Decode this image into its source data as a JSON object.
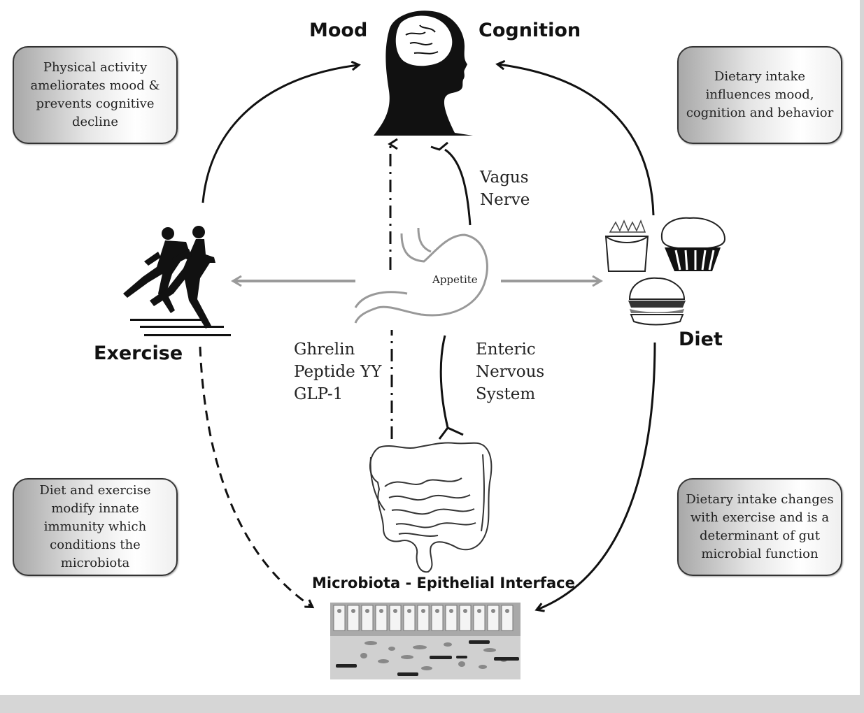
{
  "labels": {
    "mood": "Mood",
    "cognition": "Cognition",
    "exercise": "Exercise",
    "diet": "Diet",
    "appetite": "Appetite",
    "interface": "Microbiota - Epithelial Interface",
    "vagus": [
      "Vagus",
      "Nerve"
    ],
    "enteric": [
      "Enteric",
      "Nervous",
      "System"
    ],
    "hormones": [
      "Ghrelin",
      "Peptide YY",
      "GLP-1"
    ]
  },
  "boxes": {
    "top_left": "Physical activity ameliorates mood & prevents cognitive decline",
    "top_right": "Dietary intake influences mood, cognition and behavior",
    "bottom_left": "Diet and exercise modify innate immunity which conditions the microbiota",
    "bottom_right": "Dietary intake changes with exercise and is a determinant of gut microbial function"
  },
  "colors": {
    "line": "#111111",
    "gray_arrow": "#9a9a9a",
    "box_border": "#333333"
  },
  "icons": [
    "head-silhouette-icon",
    "runners-icon",
    "fries-icon",
    "muffin-icon",
    "burger-icon",
    "stomach-icon",
    "intestine-icon",
    "epithelium-icon"
  ]
}
